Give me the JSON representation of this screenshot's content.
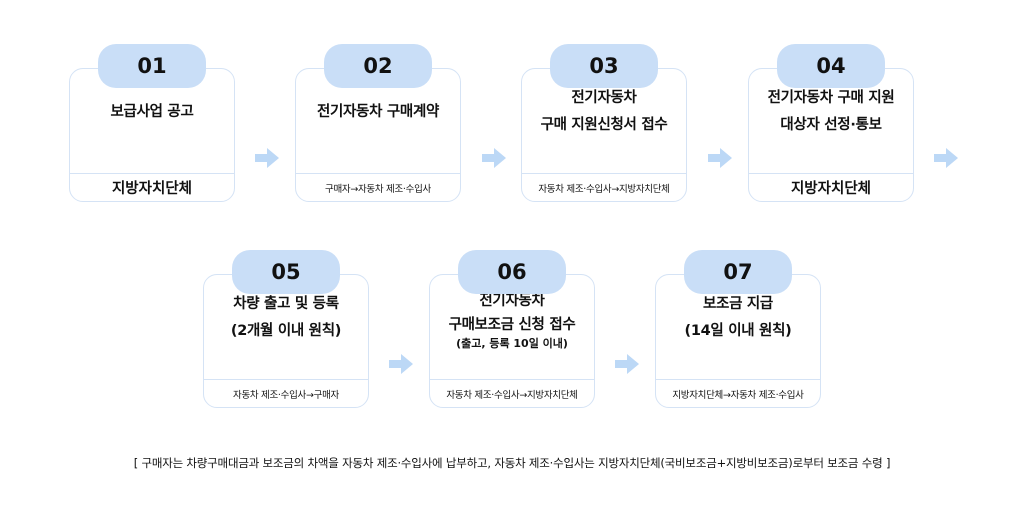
{
  "steps": [
    {
      "number": "01",
      "title_lines": [
        "보급사업 공고"
      ],
      "subnote": "",
      "actor": "지방자치단체"
    },
    {
      "number": "02",
      "title_lines": [
        "전기자동차 구매계약"
      ],
      "subnote": "",
      "actor": "구매자→자동차 제조·수입사"
    },
    {
      "number": "03",
      "title_lines": [
        "전기자동차",
        "구매 지원신청서 접수"
      ],
      "subnote": "",
      "actor": "자동차 제조·수입사→지방자치단체"
    },
    {
      "number": "04",
      "title_lines": [
        "전기자동차 구매 지원",
        "대상자 선정·통보"
      ],
      "subnote": "",
      "actor": "지방자치단체"
    },
    {
      "number": "05",
      "title_lines": [
        "차량 출고 및 등록",
        "(2개월 이내 원칙)"
      ],
      "subnote": "",
      "actor": "자동차 제조·수입사→구매자"
    },
    {
      "number": "06",
      "title_lines": [
        "전기자동차",
        "구매보조금 신청 접수"
      ],
      "subnote": "(출고, 등록 10일 이내)",
      "actor": "자동차 제조·수입사→지방자치단체"
    },
    {
      "number": "07",
      "title_lines": [
        "보조금 지급",
        "(14일 이내 원칙)"
      ],
      "subnote": "",
      "actor": "지방자치단체→자동차 제조·수입사"
    }
  ],
  "footnote": "[ 구매자는 차량구매대금과 보조금의 차액을 자동차 제조·수입사에 납부하고, 자동차 제조·수입사는 지방자치단체(국비보조금+지방비보조금)로부터 보조금 수령 ]",
  "colors": {
    "pill": "#c9def7",
    "border": "#d5e3f5",
    "arrow": "#bcd8f6"
  }
}
